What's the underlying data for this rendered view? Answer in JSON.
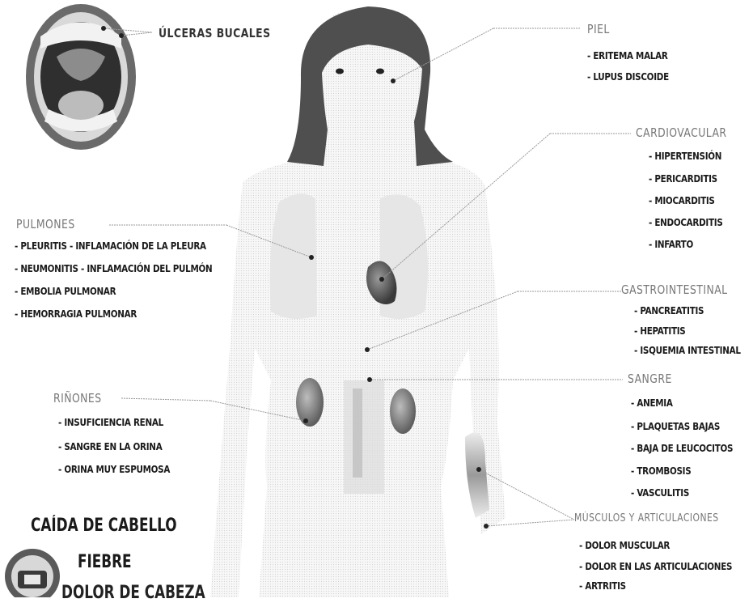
{
  "mouth": {
    "title": "ÚLCERAS BUCALES"
  },
  "piel": {
    "title": "PIEL",
    "items": [
      "- ERITEMA MALAR",
      "- LUPUS DISCOIDE"
    ]
  },
  "cardiovascular": {
    "title": "CARDIOVACULAR",
    "items": [
      "- HIPERTENSIÓN",
      "- PERICARDITIS",
      "- MIOCARDITIS",
      "- ENDOCARDITIS",
      "- INFARTO"
    ]
  },
  "pulmones": {
    "title": "PULMONES",
    "items": [
      "- PLEURITIS - INFLAMACIÓN DE LA PLEURA",
      "- NEUMONITIS - INFLAMACIÓN DEL PULMÓN",
      "- EMBOLIA PULMONAR",
      "- HEMORRAGIA PULMONAR"
    ]
  },
  "gastrointestinal": {
    "title": "GASTROINTESTINAL",
    "items": [
      "- PANCREATITIS",
      "- HEPATITIS",
      "- ISQUEMIA INTESTINAL"
    ]
  },
  "sangre": {
    "title": "SANGRE",
    "items": [
      "- ANEMIA",
      "- PLAQUETAS BAJAS",
      "- BAJA DE LEUCOCITOS",
      "- TROMBOSIS",
      "- VASCULITIS"
    ]
  },
  "rinones": {
    "title": "RIÑONES",
    "items": [
      "- INSUFICIENCIA RENAL",
      "- SANGRE EN LA ORINA",
      "- ORINA MUY ESPUMOSA"
    ]
  },
  "musculos": {
    "title": "MÚSCULOS Y ARTICULACIONES",
    "items": [
      "- DOLOR MUSCULAR",
      "- DOLOR EN LAS ARTICULACIONES",
      "- ARTRITIS"
    ]
  },
  "general": {
    "items": [
      "CAÍDA DE CABELLO",
      "FIEBRE",
      "DOLOR DE CABEZA"
    ]
  },
  "colors": {
    "hair": "#4f4f4f",
    "skin": "#eeeeee",
    "organ": "#9a9a9a",
    "line": "#999999",
    "dot": "#222222"
  }
}
